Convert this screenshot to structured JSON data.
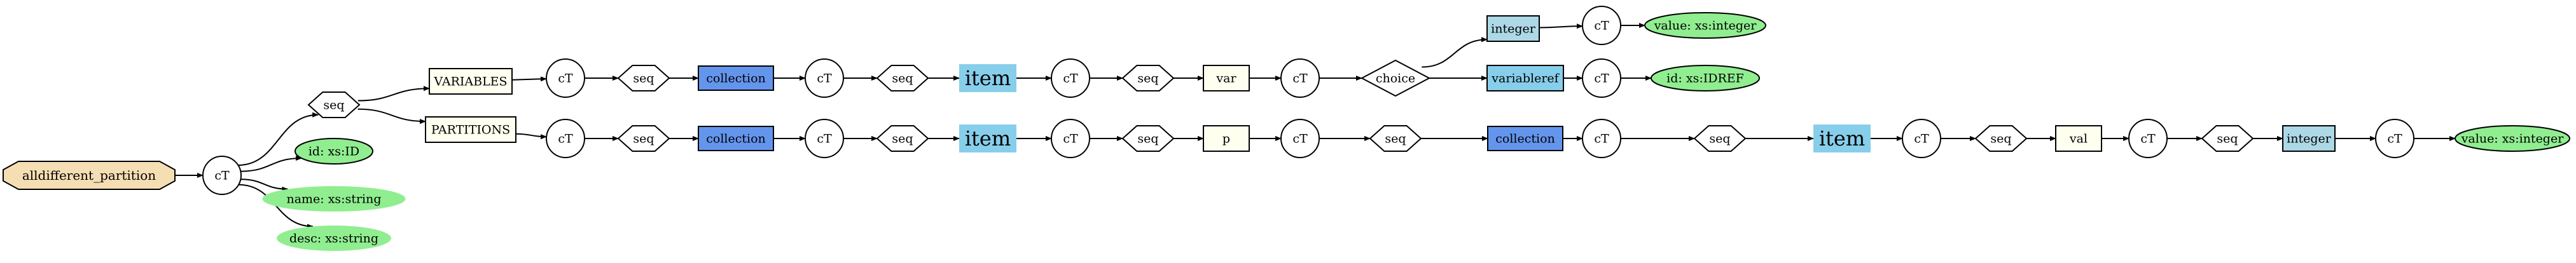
{
  "colors": {
    "root_fill": "#f5deb3",
    "box_fill": "#fffff0",
    "collection_fill": "#6495ed",
    "item_fill": "#87ceeb",
    "integer_fill": "#add8e6",
    "attr_fill": "#90ee90",
    "shape_fill": "#ffffff",
    "stroke": "#000000"
  },
  "nodes": [
    {
      "id": "root",
      "label": "alldifferent_partition",
      "shape": "octagon"
    },
    {
      "id": "ct0",
      "label": "cT",
      "shape": "circle"
    },
    {
      "id": "attr_id",
      "label": "id: xs:ID",
      "shape": "ellipse-outlined"
    },
    {
      "id": "attr_name",
      "label": "name: xs:string",
      "shape": "ellipse"
    },
    {
      "id": "attr_desc",
      "label": "desc: xs:string",
      "shape": "ellipse"
    },
    {
      "id": "seq0",
      "label": "seq",
      "shape": "hexagon"
    },
    {
      "id": "variables",
      "label": "VARIABLES",
      "shape": "box"
    },
    {
      "id": "ct1",
      "label": "cT",
      "shape": "circle"
    },
    {
      "id": "seq1",
      "label": "seq",
      "shape": "hexagon"
    },
    {
      "id": "collection1",
      "label": "collection",
      "shape": "collection"
    },
    {
      "id": "ct2",
      "label": "cT",
      "shape": "circle"
    },
    {
      "id": "seq2",
      "label": "seq",
      "shape": "hexagon"
    },
    {
      "id": "item1",
      "label": "item",
      "shape": "item"
    },
    {
      "id": "ct3",
      "label": "cT",
      "shape": "circle"
    },
    {
      "id": "seq3",
      "label": "seq",
      "shape": "hexagon"
    },
    {
      "id": "var",
      "label": "var",
      "shape": "box"
    },
    {
      "id": "ct4",
      "label": "cT",
      "shape": "circle"
    },
    {
      "id": "choice",
      "label": "choice",
      "shape": "diamond"
    },
    {
      "id": "integer1",
      "label": "integer",
      "shape": "integer"
    },
    {
      "id": "ct5",
      "label": "cT",
      "shape": "circle"
    },
    {
      "id": "value1",
      "label": "value: xs:integer",
      "shape": "ellipse-outlined"
    },
    {
      "id": "variableref",
      "label": "variableref",
      "shape": "item-box"
    },
    {
      "id": "ct6",
      "label": "cT",
      "shape": "circle"
    },
    {
      "id": "idref",
      "label": "id: xs:IDREF",
      "shape": "ellipse-outlined"
    },
    {
      "id": "partitions",
      "label": "PARTITIONS",
      "shape": "box"
    },
    {
      "id": "ct7",
      "label": "cT",
      "shape": "circle"
    },
    {
      "id": "seq4",
      "label": "seq",
      "shape": "hexagon"
    },
    {
      "id": "collection2",
      "label": "collection",
      "shape": "collection"
    },
    {
      "id": "ct8",
      "label": "cT",
      "shape": "circle"
    },
    {
      "id": "seq5",
      "label": "seq",
      "shape": "hexagon"
    },
    {
      "id": "item2",
      "label": "item",
      "shape": "item"
    },
    {
      "id": "ct9",
      "label": "cT",
      "shape": "circle"
    },
    {
      "id": "seq6",
      "label": "seq",
      "shape": "hexagon"
    },
    {
      "id": "p",
      "label": "p",
      "shape": "box"
    },
    {
      "id": "ct10",
      "label": "cT",
      "shape": "circle"
    },
    {
      "id": "seq7",
      "label": "seq",
      "shape": "hexagon"
    },
    {
      "id": "collection3",
      "label": "collection",
      "shape": "collection"
    },
    {
      "id": "ct11",
      "label": "cT",
      "shape": "circle"
    },
    {
      "id": "seq8",
      "label": "seq",
      "shape": "hexagon"
    },
    {
      "id": "item3",
      "label": "item",
      "shape": "item"
    },
    {
      "id": "ct12",
      "label": "cT",
      "shape": "circle"
    },
    {
      "id": "seq9",
      "label": "seq",
      "shape": "hexagon"
    },
    {
      "id": "val",
      "label": "val",
      "shape": "box"
    },
    {
      "id": "ct13",
      "label": "cT",
      "shape": "circle"
    },
    {
      "id": "seq10",
      "label": "seq",
      "shape": "hexagon"
    },
    {
      "id": "integer2",
      "label": "integer",
      "shape": "integer"
    },
    {
      "id": "ct14",
      "label": "cT",
      "shape": "circle"
    },
    {
      "id": "value2",
      "label": "value: xs:integer",
      "shape": "ellipse-outlined"
    }
  ],
  "edges": [
    [
      "root",
      "ct0"
    ],
    [
      "ct0",
      "seq0"
    ],
    [
      "ct0",
      "attr_id"
    ],
    [
      "ct0",
      "attr_name"
    ],
    [
      "ct0",
      "attr_desc"
    ],
    [
      "seq0",
      "variables"
    ],
    [
      "seq0",
      "partitions"
    ],
    [
      "variables",
      "ct1"
    ],
    [
      "ct1",
      "seq1"
    ],
    [
      "seq1",
      "collection1"
    ],
    [
      "collection1",
      "ct2"
    ],
    [
      "ct2",
      "seq2"
    ],
    [
      "seq2",
      "item1"
    ],
    [
      "item1",
      "ct3"
    ],
    [
      "ct3",
      "seq3"
    ],
    [
      "seq3",
      "var"
    ],
    [
      "var",
      "ct4"
    ],
    [
      "ct4",
      "choice"
    ],
    [
      "choice",
      "integer1"
    ],
    [
      "choice",
      "variableref"
    ],
    [
      "integer1",
      "ct5"
    ],
    [
      "ct5",
      "value1"
    ],
    [
      "variableref",
      "ct6"
    ],
    [
      "ct6",
      "idref"
    ],
    [
      "partitions",
      "ct7"
    ],
    [
      "ct7",
      "seq4"
    ],
    [
      "seq4",
      "collection2"
    ],
    [
      "collection2",
      "ct8"
    ],
    [
      "ct8",
      "seq5"
    ],
    [
      "seq5",
      "item2"
    ],
    [
      "item2",
      "ct9"
    ],
    [
      "ct9",
      "seq6"
    ],
    [
      "seq6",
      "p"
    ],
    [
      "p",
      "ct10"
    ],
    [
      "ct10",
      "seq7"
    ],
    [
      "seq7",
      "collection3"
    ],
    [
      "collection3",
      "ct11"
    ],
    [
      "ct11",
      "seq8"
    ],
    [
      "seq8",
      "item3"
    ],
    [
      "item3",
      "ct12"
    ],
    [
      "ct12",
      "seq9"
    ],
    [
      "seq9",
      "val"
    ],
    [
      "val",
      "ct13"
    ],
    [
      "ct13",
      "seq10"
    ],
    [
      "seq10",
      "integer2"
    ],
    [
      "integer2",
      "ct14"
    ],
    [
      "ct14",
      "value2"
    ]
  ]
}
